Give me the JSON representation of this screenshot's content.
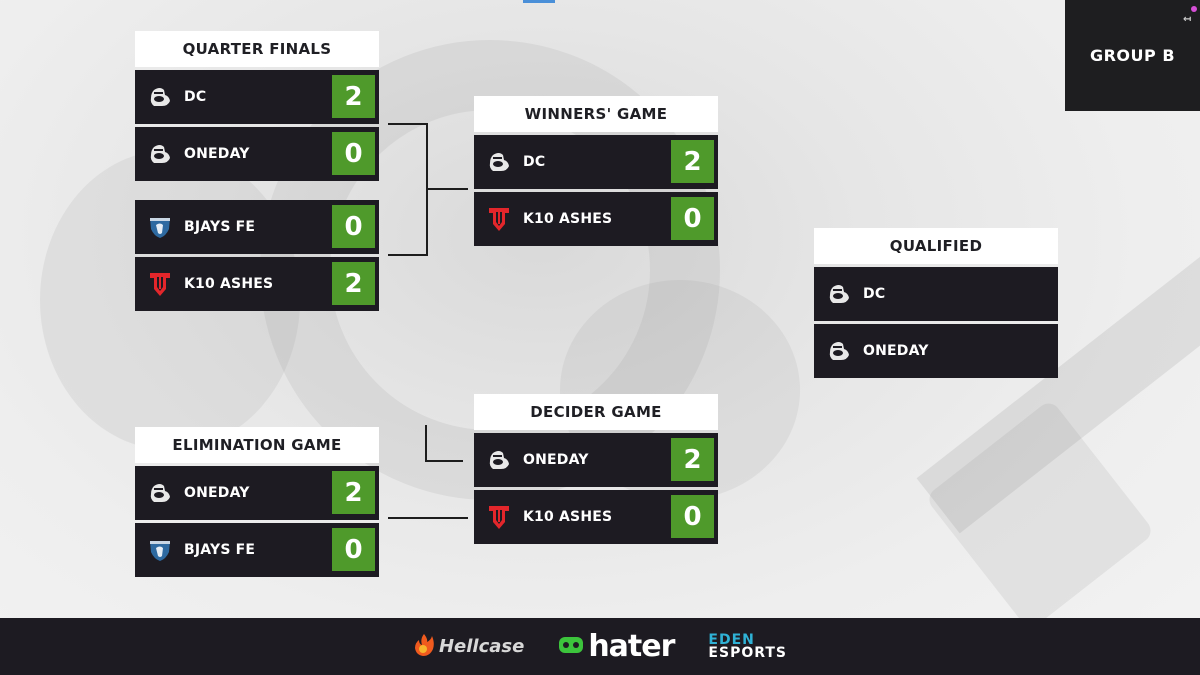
{
  "header": {
    "group_label": "GROUP B",
    "exit_icon": "exit-icon"
  },
  "colors": {
    "score_bg": "#4f9a2b",
    "row_bg": "#1d1b22",
    "title_bg": "#ffffff",
    "k10_red": "#e3262b",
    "bjays_blue": "#3d7fb8",
    "eden_cyan": "#2fb2d6"
  },
  "quarter_finals": {
    "title": "QUARTER FINALS",
    "match1": [
      {
        "team": "DC",
        "score": "2",
        "logo": "dc-logo-icon"
      },
      {
        "team": "ONEDAY",
        "score": "0",
        "logo": "oneday-logo-icon"
      }
    ],
    "match2": [
      {
        "team": "BJAYS FE",
        "score": "0",
        "logo": "bjays-logo-icon"
      },
      {
        "team": "K10 ASHES",
        "score": "2",
        "logo": "k10-logo-icon"
      }
    ]
  },
  "winners_game": {
    "title": "WINNERS' GAME",
    "teams": [
      {
        "team": "DC",
        "score": "2",
        "logo": "dc-logo-icon"
      },
      {
        "team": "K10 ASHES",
        "score": "0",
        "logo": "k10-logo-icon"
      }
    ]
  },
  "qualified": {
    "title": "QUALIFIED",
    "teams": [
      {
        "team": "DC",
        "logo": "dc-logo-icon"
      },
      {
        "team": "ONEDAY",
        "logo": "oneday-logo-icon"
      }
    ]
  },
  "elimination_game": {
    "title": "ELIMINATION GAME",
    "teams": [
      {
        "team": "ONEDAY",
        "score": "2",
        "logo": "oneday-logo-icon"
      },
      {
        "team": "BJAYS FE",
        "score": "0",
        "logo": "bjays-logo-icon"
      }
    ]
  },
  "decider_game": {
    "title": "DECIDER GAME",
    "teams": [
      {
        "team": "ONEDAY",
        "score": "2",
        "logo": "oneday-logo-icon"
      },
      {
        "team": "K10 ASHES",
        "score": "0",
        "logo": "k10-logo-icon"
      }
    ]
  },
  "footer": {
    "sponsors": [
      {
        "name": "Hellcase",
        "icon": "hellcase-flame-icon"
      },
      {
        "name": "hater",
        "icon": "hater-skull-icon"
      },
      {
        "name_top": "EDEN",
        "name_bottom": "ESPORTS"
      }
    ]
  }
}
